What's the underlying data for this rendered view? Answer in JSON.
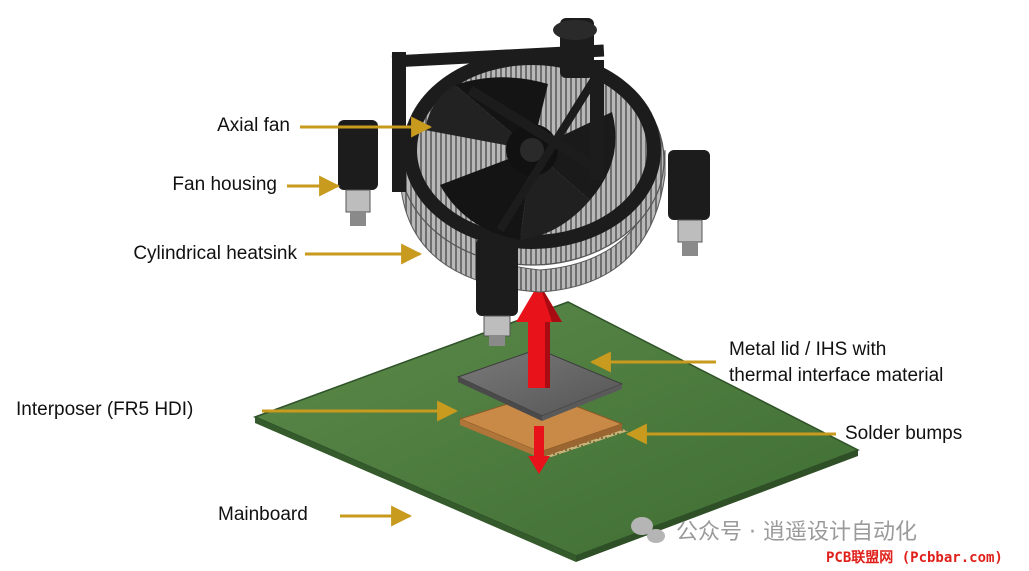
{
  "labels": {
    "axial_fan": "Axial fan",
    "fan_housing": "Fan housing",
    "heatsink": "Cylindrical heatsink",
    "metal_lid_1": "Metal lid / IHS with",
    "metal_lid_2": "thermal interface material",
    "interposer": "Interposer (FR5 HDI)",
    "solder_bumps": "Solder bumps",
    "mainboard": "Mainboard"
  },
  "watermark": {
    "text": "公众号 · 逍遥设计自动化",
    "credit": "PCB联盟网 (Pcbbar.com)"
  },
  "colors": {
    "arrow_gold": "#c89a1e",
    "heat_arrow": "#e8121a",
    "board_green": "#4e7f3f",
    "interposer_tan": "#c98a48",
    "lid_gray": "#6b6b6b",
    "cooler_black": "#1c1c1c"
  }
}
